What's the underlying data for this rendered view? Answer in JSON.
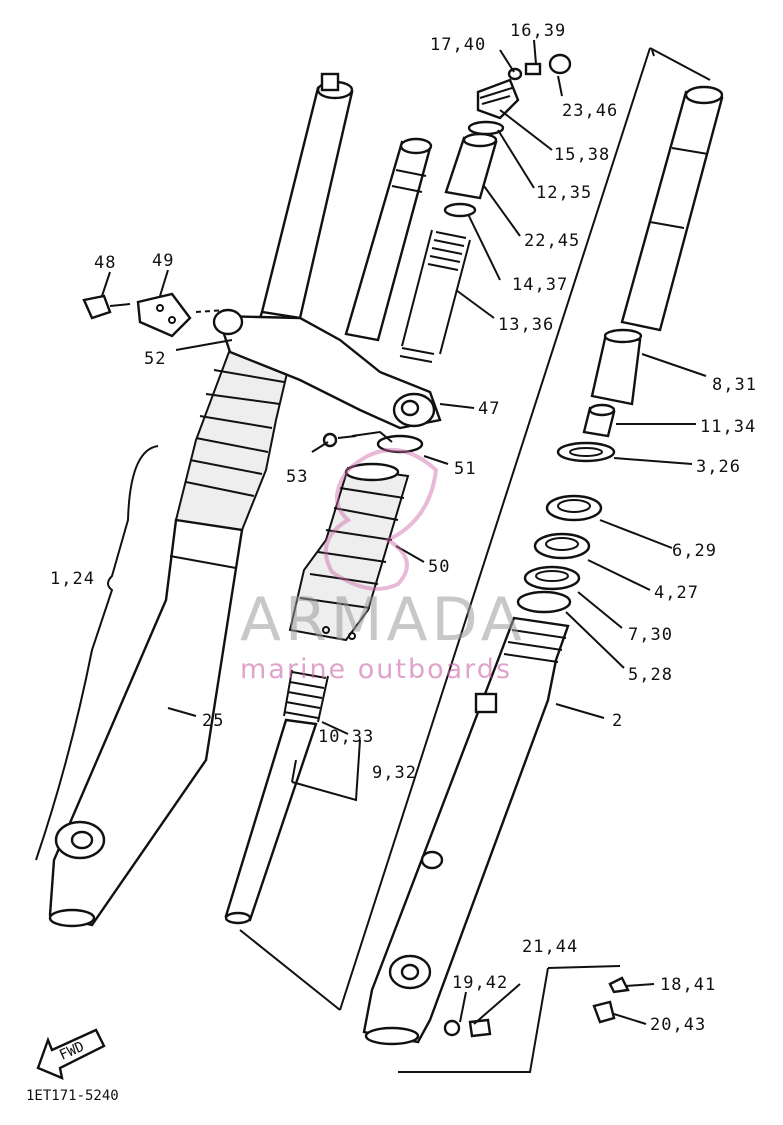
{
  "diagram": {
    "labels": {
      "l_1740": "17,40",
      "l_1639": "16,39",
      "l_2346": "23,46",
      "l_1538": "15,38",
      "l_1235": "12,35",
      "l_2245": "22,45",
      "l_1437": "14,37",
      "l_1336": "13,36",
      "l_48": "48",
      "l_49": "49",
      "l_52": "52",
      "l_47": "47",
      "l_831": "8,31",
      "l_1134": "11,34",
      "l_326": "3,26",
      "l_53": "53",
      "l_51": "51",
      "l_629": "6,29",
      "l_50": "50",
      "l_124": "1,24",
      "l_427": "4,27",
      "l_730": "7,30",
      "l_528": "5,28",
      "l_2": "2",
      "l_25": "25",
      "l_1033": "10,33",
      "l_932": "9,32",
      "l_2144": "21,44",
      "l_1942": "19,42",
      "l_1841": "18,41",
      "l_2043": "20,43",
      "fwd": "FWD",
      "code": "1ET171-5240"
    },
    "watermark": {
      "brand": "ARMADA",
      "tagline": "marine outboards"
    },
    "colors": {
      "ink": "#111111",
      "brand_gray": "#9a9a9a",
      "brand_pink": "#cc66a8"
    }
  }
}
